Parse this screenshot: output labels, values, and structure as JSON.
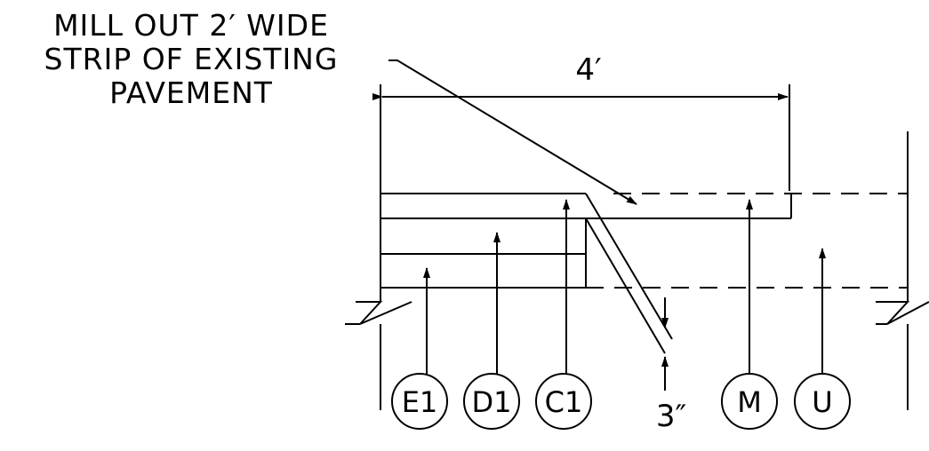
{
  "note": {
    "lines": [
      "MILL OUT 2′ WIDE",
      "STRIP OF EXISTING",
      "PAVEMENT"
    ]
  },
  "dimensions": {
    "width_label": "4′",
    "depth_label": "3″"
  },
  "layers": [
    {
      "id": "E1",
      "label": "E1"
    },
    {
      "id": "D1",
      "label": "D1"
    },
    {
      "id": "C1",
      "label": "C1"
    },
    {
      "id": "M",
      "label": "M"
    },
    {
      "id": "U",
      "label": "U"
    }
  ],
  "colors": {
    "line": "#000000",
    "background": "#ffffff"
  }
}
